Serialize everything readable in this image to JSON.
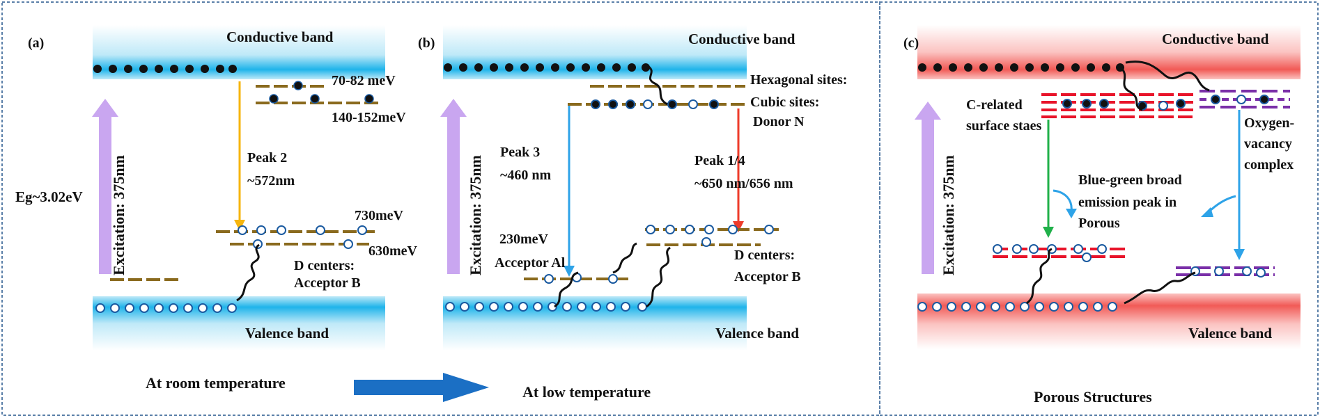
{
  "colors": {
    "blue_band": "#1fb4ea",
    "red_band": "#f15a56",
    "brown_level": "#8a6a1e",
    "red_level": "#e8142a",
    "purple_level": "#7a2fa8",
    "excitation_arrow": "#c9a6f0",
    "yellow_arrow": "#f6b50e",
    "cyan_arrow": "#2ea3e8",
    "red_arrow": "#ee3b2a",
    "green_arrow": "#20b04a",
    "big_arrow": "#1b6fc4",
    "panel_border": "#5a7fa8"
  },
  "panel_a": {
    "tag": "(a)",
    "conductive_band": "Conductive band",
    "valence_band": "Valence band",
    "excitation": "Excitation: 375nm",
    "eg": "Eg~3.02eV",
    "level_1": "70-82 meV",
    "level_2": "140-152meV",
    "peak_title": "Peak 2",
    "peak_wavelength": "~572nm",
    "level_3": "730meV",
    "level_4": "630meV",
    "d_centers": "D centers:",
    "acceptor": "Acceptor B"
  },
  "panel_b": {
    "tag": "(b)",
    "conductive_band": "Conductive band",
    "valence_band": "Valence band",
    "excitation": "Excitation: 375nm",
    "hexagonal": "Hexagonal sites:",
    "cubic": "Cubic sites:",
    "donor": "Donor N",
    "peak3_title": "Peak 3",
    "peak3_wavelength": "~460 nm",
    "peak14_title": "Peak 1/4",
    "peak14_wavelength": "~650 nm/656 nm",
    "level_230": "230meV",
    "acceptor_al": "Acceptor Al",
    "d_centers": "D centers:",
    "acceptor_b": "Acceptor B"
  },
  "panel_c": {
    "tag": "(c)",
    "conductive_band": "Conductive band",
    "valence_band": "Valence band",
    "excitation": "Excitation: 375nm",
    "c_related_1": "C-related",
    "c_related_2": "surface staes",
    "oxygen_1": "Oxygen-",
    "oxygen_2": "vacancy",
    "oxygen_3": "complex",
    "blue_green_1": "Blue-green broad",
    "blue_green_2": "emission peak in",
    "blue_green_3": "Porous",
    "caption": "Porous Structures"
  },
  "footer": {
    "room_temperature": "At room temperature",
    "low_temperature": "At low temperature"
  }
}
